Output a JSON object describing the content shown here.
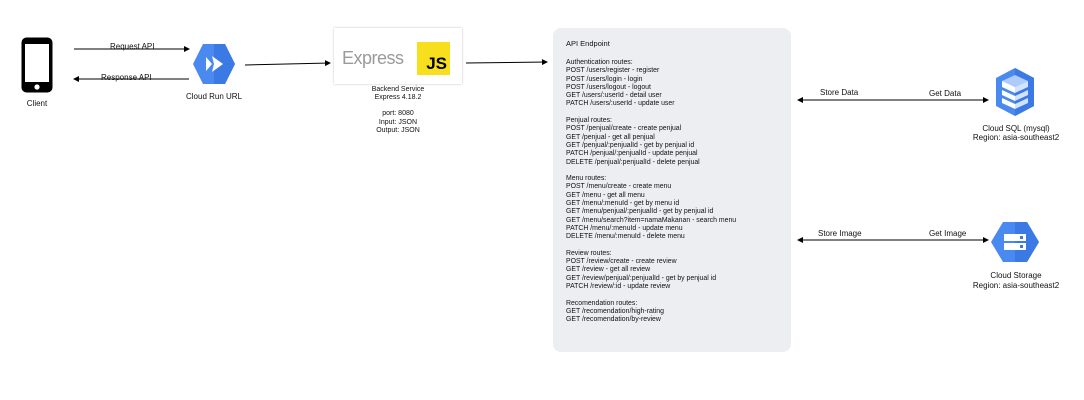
{
  "client": {
    "label": "Client"
  },
  "cloud_run": {
    "label": "Cloud Run URL"
  },
  "arrows": {
    "request": "Request API",
    "response": "Response API",
    "store_data": "Store Data",
    "get_data": "Get Data",
    "store_image": "Store Image",
    "get_image": "Get Image"
  },
  "backend": {
    "logo_word": "Express",
    "js_badge": "JS",
    "title": "Backend Service",
    "version": "Express 4.18.2",
    "port": "port: 8080",
    "input": "Input: JSON",
    "output": "Output: JSON"
  },
  "api": {
    "title": "API Endpoint",
    "sections": [
      {
        "heading": "Authentication routes:",
        "routes": [
          "POST /users/register - register",
          "POST /users/login - login",
          "POST /users/logout - logout",
          "GET /users/:userId - detail user",
          "PATCH /users/:userId - update user"
        ]
      },
      {
        "heading": "Penjual routes:",
        "routes": [
          "POST /penjual/create - create penjual",
          "GET /penjual - get all penjual",
          "GET /penjual/:penjualId - get by penjual id",
          "PATCH /penjual/:penjualId - update penjual",
          "DELETE /penjual/:penjualId - delete penjual"
        ]
      },
      {
        "heading": "Menu routes:",
        "routes": [
          "POST /menu/create - create menu",
          "GET /menu - get all menu",
          "GET /menu/:menuId - get by menu id",
          "GET /menu/penjual/:penjualId - get by penjual id",
          "GET /menu/search?item=namaMakanan - search menu",
          "PATCH /menu/:menuId - update menu",
          "DELETE /menu/:menuId - delete menu"
        ]
      },
      {
        "heading": "Review routes:",
        "routes": [
          "POST /review/create - create review",
          "GET /review - get all review",
          "GET /review/penjual/:penjualId - get by penjual id",
          "PATCH /review/:id - update review"
        ]
      },
      {
        "heading": "Recomendation routes:",
        "routes": [
          "GET /recomendation/high-rating",
          "GET /recomendation/by-review"
        ]
      }
    ]
  },
  "cloud_sql": {
    "label": "Cloud SQL (mysql)",
    "region": "Region: asia-southeast2"
  },
  "cloud_storage": {
    "label": "Cloud Storage",
    "region": "Region: asia-southeast2"
  },
  "colors": {
    "gcp_blue": "#4a89f0",
    "gcp_blue_dark": "#3568d4",
    "js_yellow": "#f7df1e",
    "panel_bg": "#eceef1"
  }
}
